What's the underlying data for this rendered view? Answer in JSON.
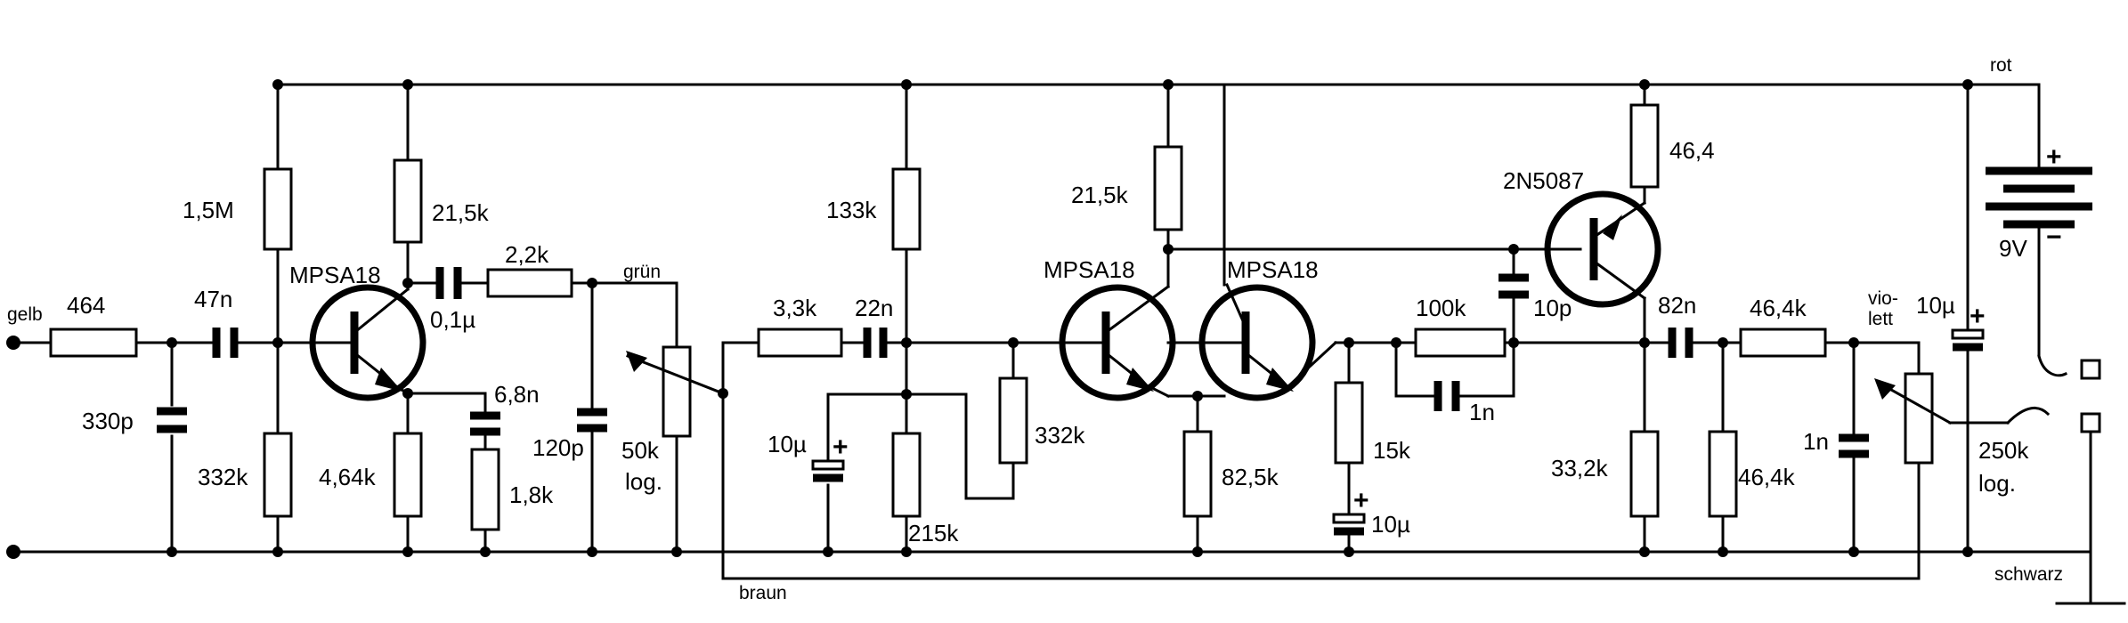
{
  "wires": {
    "gelb": "gelb",
    "gruen": "grün",
    "braun": "braun",
    "violett_line1": "vio-",
    "violett_line2": "lett",
    "rot": "rot",
    "schwarz": "schwarz"
  },
  "transistors": {
    "q1": "MPSA18",
    "q2": "MPSA18",
    "q3": "MPSA18",
    "q4": "2N5087"
  },
  "resistors": {
    "r_in": "464",
    "r_1m5": "1,5M",
    "r_332k_a": "332k",
    "r_21k5_a": "21,5k",
    "r_4k64": "4,64k",
    "r_2k2": "2,2k",
    "r_1k8": "1,8k",
    "r_3k3": "3,3k",
    "r_133k": "133k",
    "r_215k": "215k",
    "r_332k_b": "332k",
    "r_21k5_b": "21,5k",
    "r_82k5": "82,5k",
    "r_15k": "15k",
    "r_100k": "100k",
    "r_46r4": "46,4",
    "r_33k2": "33,2k",
    "r_46k4_a": "46,4k",
    "r_46k4_b": "46,4k"
  },
  "capacitors": {
    "c_330p": "330p",
    "c_47n": "47n",
    "c_0u1": "0,1µ",
    "c_6n8": "6,8n",
    "c_120p": "120p",
    "c_22n": "22n",
    "c_10u_a": "10µ",
    "c_10u_b": "10µ",
    "c_1n_a": "1n",
    "c_10p": "10p",
    "c_82n": "82n",
    "c_1n_b": "1n",
    "c_10u_c": "10µ"
  },
  "pots": {
    "p1_value": "50k",
    "p1_taper": "log.",
    "p2_value": "250k",
    "p2_taper": "log."
  },
  "battery": {
    "voltage": "9V",
    "plus": "+",
    "minus": "−"
  },
  "polarity": {
    "plus_a": "+",
    "plus_b": "+",
    "plus_c": "+"
  }
}
